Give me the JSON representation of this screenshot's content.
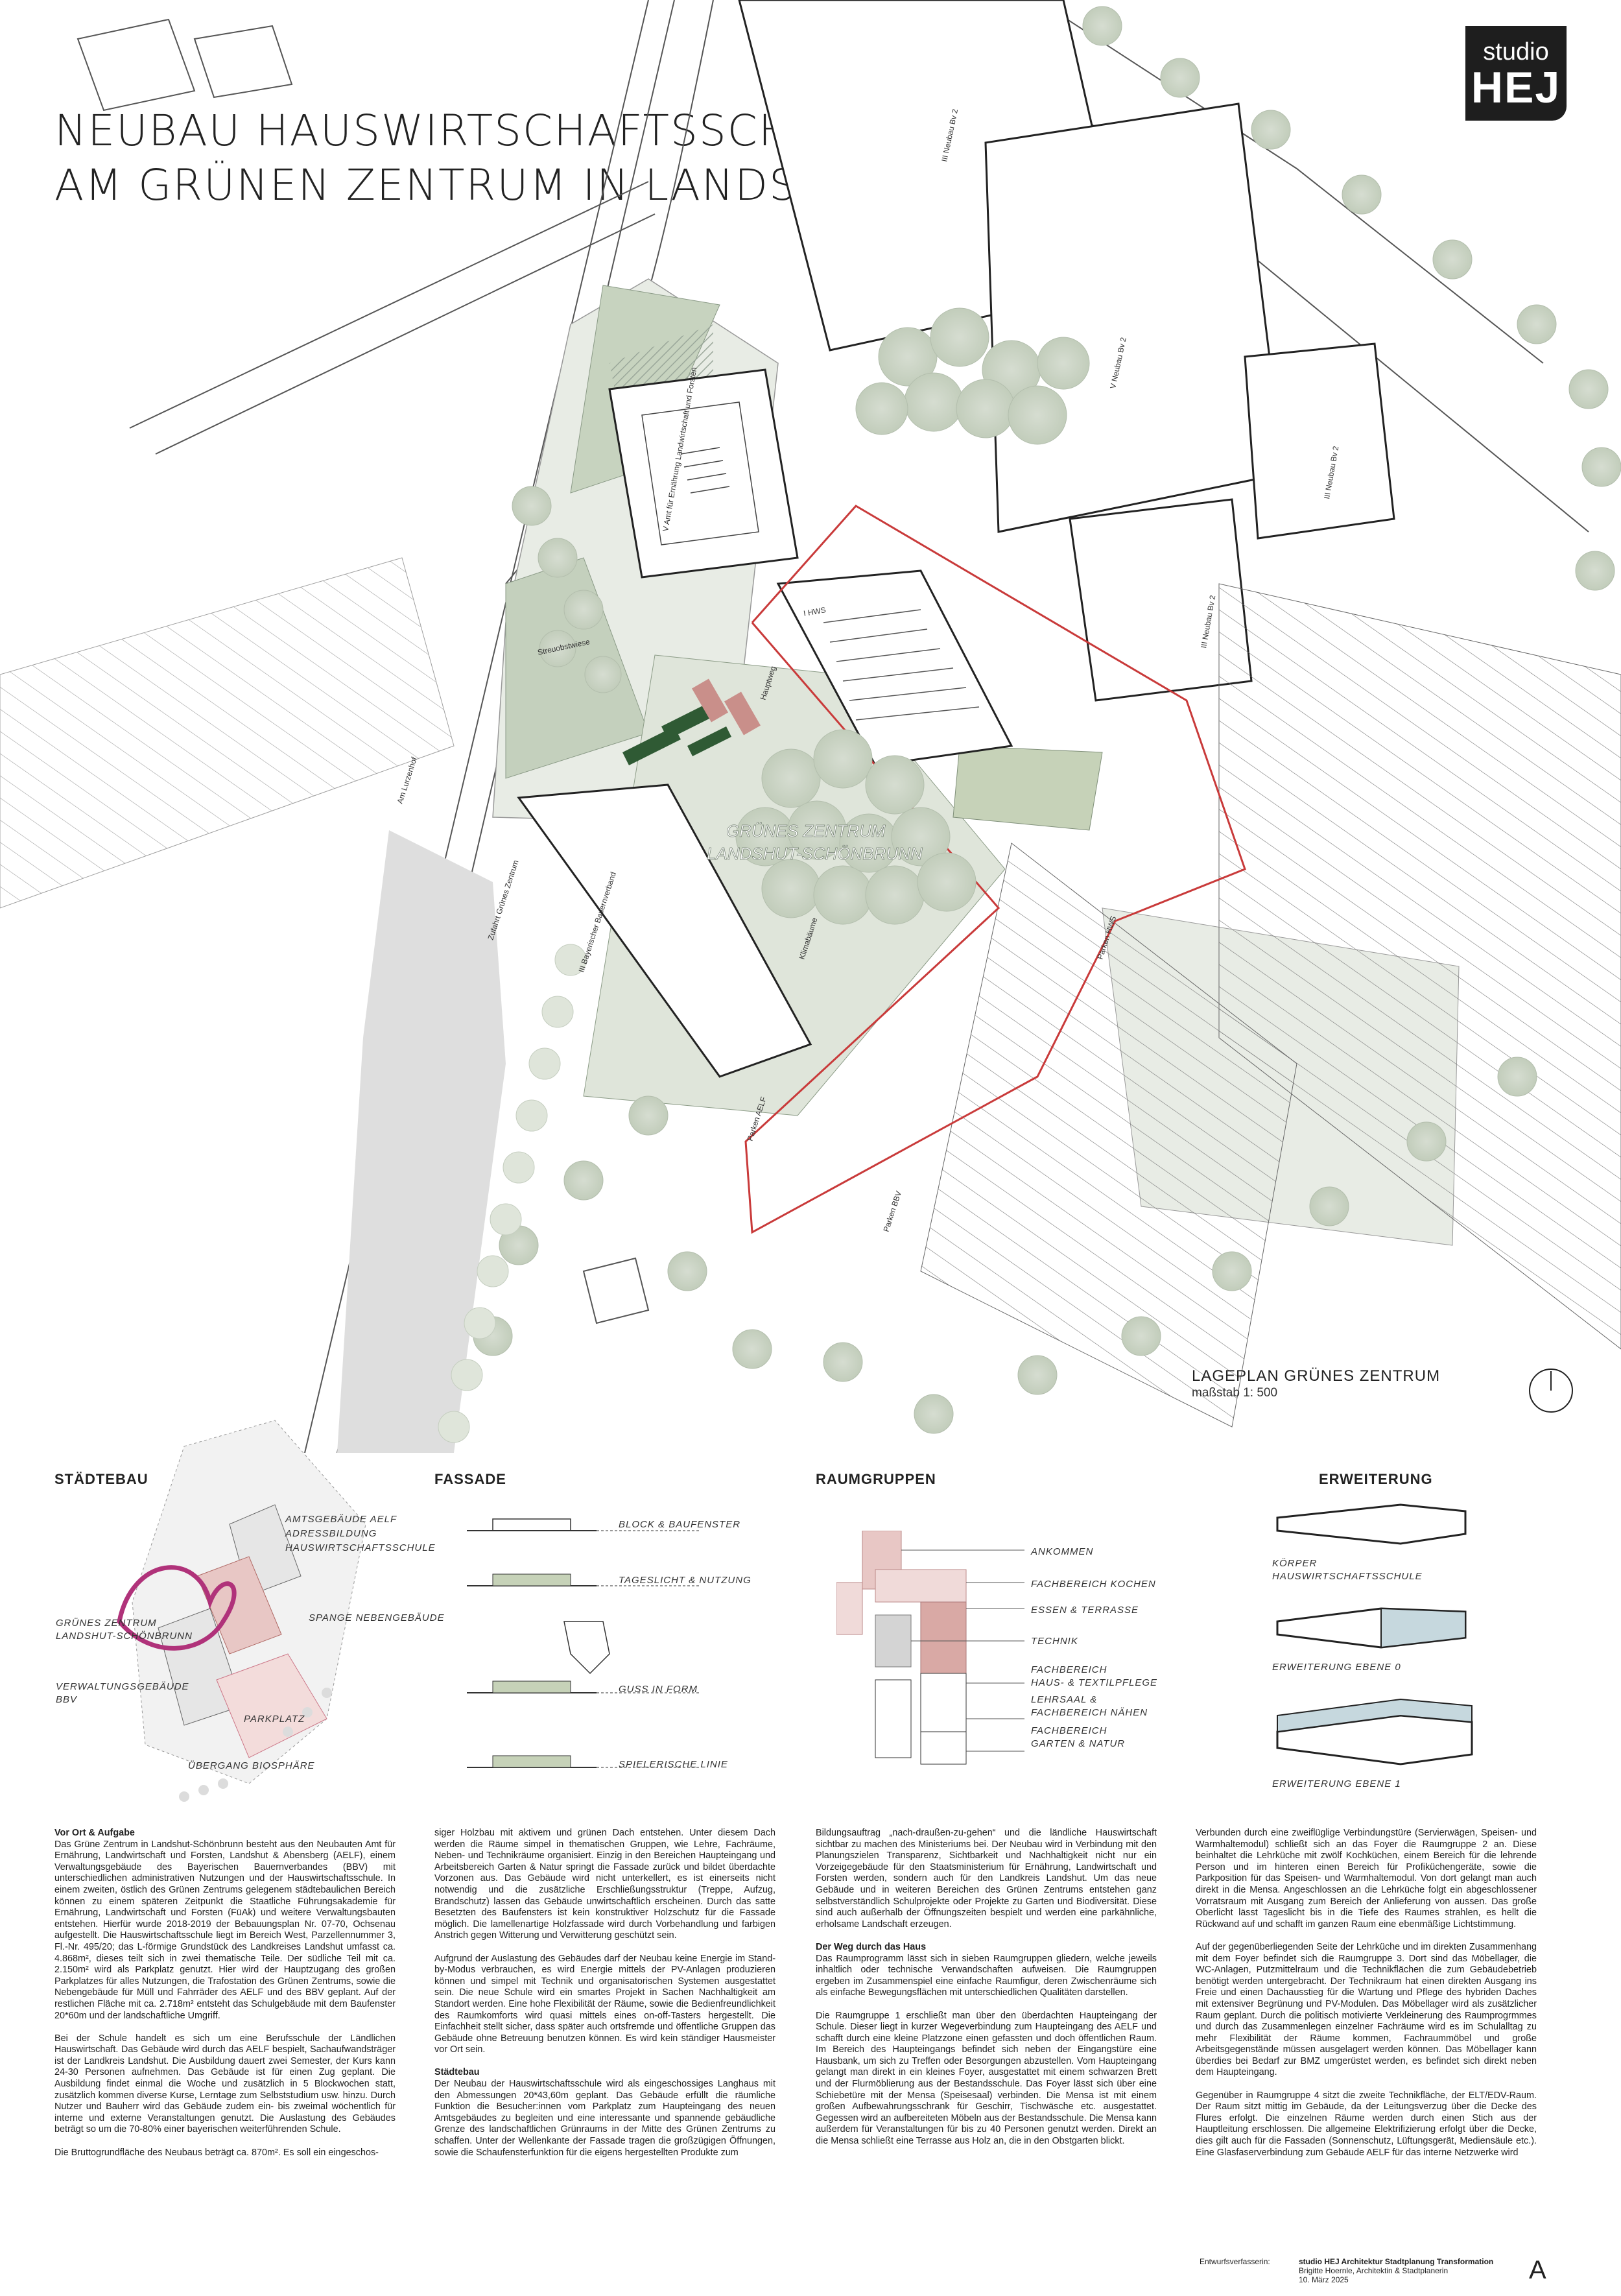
{
  "header": {
    "title_line1": "NEUBAU HAUSWIRTSCHAFTSSCHULE",
    "title_line2": "AM GRÜNEN ZENTRUM IN LANDSHUT-SCHÖNBRUNN",
    "logo_line1": "studio",
    "logo_line2": "HEJ"
  },
  "plan": {
    "title": "LAGEPLAN GRÜNES ZENTRUM",
    "scale": "maßstab 1: 500",
    "center_label_1": "GRÜNES ZENTRUM",
    "center_label_2": "LANDSHUT-SCHÖNBRUNN",
    "labels": {
      "neubau_bv2_a": "III Neubau Bv 2",
      "neubau_bv2_b": "V Neubau Bv 2",
      "neubau_bv2_c": "III Neubau Bv 2",
      "neubau_bv2_d": "III Neubau Bv 2",
      "hws": "I HWS",
      "bbv": "III Bayerischer Bauernverband",
      "aelf": "V Amt für Ernährung Landwirtschaft und Forsten",
      "zufahrt": "Zufahrt Grünes Zentrum",
      "streuobstwiese": "Streuobstwiese",
      "klimabaeume": "Klimabäume",
      "parken_aelf": "Parken AELF",
      "parken_bbv": "Parken BBV",
      "parken_hws": "Parken HWS",
      "am_lurzenhof": "Am Lurzenhof",
      "hauptweg": "Hauptweg"
    }
  },
  "sections": {
    "staedtebau": {
      "title": "STÄDTEBAU",
      "labels": [
        "AMTSGEBÄUDE AELF",
        "ADRESSBILDUNG",
        "HAUSWIRTSCHAFTSSCHULE",
        "GRÜNES ZENTRUM",
        "LANDSHUT-SCHÖNBRUNN",
        "SPANGE NEBENGEBÄUDE",
        "VERWALTUNGSGEBÄUDE",
        "BBV",
        "PARKPLATZ",
        "ÜBERGANG BIOSPHÄRE"
      ]
    },
    "fassade": {
      "title": "FASSADE",
      "labels": [
        "BLOCK & BAUFENSTER",
        "TAGESLICHT & NUTZUNG",
        "GUSS IN FORM",
        "SPIELERISCHE LINIE"
      ]
    },
    "raumgruppen": {
      "title": "RAUMGRUPPEN",
      "labels": [
        "ANKOMMEN",
        "FACHBEREICH KOCHEN",
        "ESSEN & TERRASSE",
        "TECHNIK",
        "FACHBEREICH",
        "HAUS- & TEXTILPFLEGE",
        "LEHRSAAL &",
        "FACHBEREICH NÄHEN",
        "FACHBEREICH",
        "GARTEN & NATUR"
      ]
    },
    "erweiterung": {
      "title": "ERWEITERUNG",
      "labels": [
        "KÖRPER",
        "HAUSWIRTSCHAFTSSCHULE",
        "ERWEITERUNG EBENE 0",
        "ERWEITERUNG EBENE 1"
      ]
    }
  },
  "text": {
    "col1_h1": "Vor Ort & Aufgabe",
    "col1_p1": "Das Grüne Zentrum in Landshut-Schönbrunn besteht aus den Neubauten Amt für Ernährung, Landwirtschaft und Forsten, Landshut & Abensberg (AELF), einem Verwaltungsgebäude des Bayerischen Bauernverbandes (BBV) mit unterschiedlichen administrativen Nutzungen und der Hauswirtschaftsschule. In einem zweiten, östlich des Grünen Zentrums gelegenem städtebaulichen Bereich können zu einem späteren Zeitpunkt die Staatliche Führungsakademie für Ernährung, Landwirtschaft und Forsten (FüAk) und weitere Verwaltungsbauten entstehen. Hierfür wurde 2018-2019 der Bebauungsplan Nr. 07-70, Ochsenau aufgestellt. Die Hauswirtschaftsschule liegt im Bereich West, Parzellennummer 3, Fl.-Nr. 495/20; das L-förmige Grundstück des Landkreises Landshut umfasst ca. 4.868m², dieses teilt sich in zwei thematische Teile. Der südliche Teil mit ca. 2.150m² wird als Parkplatz genutzt. Hier wird der Hauptzugang des großen Parkplatzes für alles Nutzungen, die Trafostation des Grünen Zentrums, sowie die Nebengebäude für Müll und Fahrräder des AELF und des BBV geplant. Auf der restlichen Fläche mit ca. 2.718m² entsteht das Schulgebäude mit dem Baufenster 20*60m und der landschaftliche Umgriff.",
    "col1_p2": "Bei der Schule handelt es sich um eine Berufsschule der Ländlichen Hauswirtschaft. Das Gebäude wird durch das AELF bespielt, Sachaufwandsträger ist der Landkreis Landshut. Die Ausbildung dauert zwei Semester, der Kurs kann 24-30 Personen aufnehmen. Das Gebäude ist für einen Zug geplant. Die Ausbildung findet einmal die Woche und zusätzlich in 5 Blockwochen statt, zusätzlich kommen diverse Kurse, Lerntage zum Selbststudium usw. hinzu. Durch Nutzer und Bauherr wird das Gebäude zudem ein- bis zweimal wöchentlich für interne und externe Veranstaltungen genutzt. Die Auslastung des Gebäudes beträgt so um die 70-80% einer bayerischen weiterführenden Schule.",
    "col1_p3": "Die Bruttogrundfläche des Neubaus beträgt ca. 870m². Es soll ein eingeschos-",
    "col2_p1": "siger Holzbau mit aktivem und grünen Dach entstehen. Unter diesem Dach werden die Räume simpel in thematischen Gruppen, wie Lehre, Fachräume, Neben- und Technikräume organisiert. Einzig in den Bereichen Haupteingang und Arbeitsbereich Garten & Natur springt die Fassade zurück und bildet überdachte Vorzonen aus. Das Gebäude wird nicht unterkellert, es ist einerseits nicht notwendig und die zusätzliche Erschließungsstruktur (Treppe, Aufzug, Brandschutz) lassen das Gebäude unwirtschaftlich erscheinen. Durch das satte Besetzten des Baufensters ist kein konstruktiver Holzschutz für die Fassade möglich. Die lamellenartige Holzfassade wird durch Vorbehandlung und farbigen Anstrich gegen Witterung und Verwitterung geschützt sein.",
    "col2_p2": "Aufgrund der Auslastung des Gebäudes darf der Neubau keine Energie im Stand-by-Modus verbrauchen, es wird Energie mittels der PV-Anlagen produzieren können und simpel mit Technik und organisatorischen Systemen ausgestattet sein. Die neue Schule wird ein smartes Projekt in Sachen Nachhaltigkeit am Standort werden. Eine hohe Flexibilität der Räume, sowie die Bedienfreundlichkeit des Raumkomforts wird quasi mittels eines on-off-Tasters hergestellt. Die Einfachheit stellt sicher, dass später auch ortsfremde und öffentliche Gruppen das Gebäude ohne Betreuung benutzen können. Es wird kein ständiger Hausmeister vor Ort sein.",
    "col2_h2": "Städtebau",
    "col2_p3": "Der Neubau der Hauswirtschaftsschule wird als eingeschossiges Langhaus mit den Abmessungen 20*43,60m geplant. Das Gebäude erfüllt die räumliche Funktion die Besucher:innen vom Parkplatz zum Haupteingang des neuen Amtsgebäudes zu begleiten und eine interessante und spannende gebäudliche Grenze des landschaftlichen Grünraums in der Mitte des Grünen Zentrums zu schaffen. Unter der Wellenkante der Fassade tragen die großzügigen Öffnungen, sowie die Schaufensterfunktion für die eigens hergestellten Produkte zum",
    "col3_p1": "Bildungsauftrag „nach-draußen-zu-gehen“ und die ländliche Hauswirtschaft sichtbar zu machen des Ministeriums bei. Der Neubau wird in Verbindung mit den Planungszielen Transparenz, Sichtbarkeit und Nachhaltigkeit nicht nur ein Vorzeigegebäude für den Staatsministerium für Ernährung, Landwirtschaft und Forsten werden, sondern auch für den Landkreis Landshut. Um das neue Gebäude und in weiteren Bereichen des Grünen Zentrums entstehen ganz selbstverständlich Schulprojekte oder Projekte zu Garten und Biodiversität. Diese sind auch außerhalb der Öffnungszeiten bespielt und werden eine parkähnliche, erholsame Landschaft erzeugen.",
    "col3_h2": "Der Weg durch das Haus",
    "col3_p2": "Das Raumprogramm lässt sich in sieben Raumgruppen gliedern, welche jeweils inhaltlich oder technische Verwandschaften aufweisen. Die Raumgruppen ergeben im Zusammenspiel eine einfache Raumfigur, deren Zwischenräume sich als einfache Bewegungsflächen mit unterschiedlichen Qualitäten darstellen.",
    "col3_p3": "Die Raumgruppe 1 erschließt man über den überdachten Haupteingang der Schule. Dieser liegt in kurzer Wegeverbindung zum Haupteingang des AELF und schafft durch eine kleine Platzzone einen gefassten und doch öffentlichen Raum. Im Bereich des Haupteingangs befindet sich neben der Eingangstüre eine Hausbank, um sich zu Treffen oder Besorgungen abzustellen. Vom Haupteingang gelangt man direkt in ein kleines Foyer, ausgestattet mit einem schwarzen Brett und der Flurmöblierung aus der Bestandsschule. Das Foyer lässt sich über eine Schiebetüre mit der Mensa (Speisesaal) verbinden. Die Mensa ist mit einem großen Aufbewahrungsschrank für Geschirr, Tischwäsche etc. ausgestattet. Gegessen wird an aufbereiteten Möbeln aus der Bestandsschule. Die Mensa kann außerdem für Veranstaltungen für bis zu 40 Personen genutzt werden. Direkt an die Mensa schließt eine Terrasse aus Holz an, die in den Obstgarten blickt.",
    "col4_p1": "Verbunden durch eine zweiflüglige Verbindungstüre (Servierwägen, Speisen- und Warmhaltemodul) schließt sich an das Foyer die Raumgruppe 2 an. Diese beinhaltet die Lehrküche mit zwölf Kochküchen, einem Bereich für die lehrende Person und im hinteren einen Bereich für Profiküchengeräte, sowie die Parkposition für das Speisen- und Warmhaltemodul. Von dort gelangt man auch direkt in die Mensa. Angeschlossen an die Lehrküche folgt ein abgeschlossener Vorratsraum mit Ausgang zum Bereich der Anlieferung von aussen. Das große Oberlicht lässt Tageslicht bis in die Tiefe des Raumes strahlen, es hellt die Rückwand auf und schafft im ganzen Raum eine ebenmäßige Lichtstimmung.",
    "col4_p2": "Auf der gegenüberliegenden Seite der Lehrküche und im direkten Zusammenhang mit dem Foyer befindet sich die Raumgruppe 3. Dort sind das Möbellager, die WC-Anlagen, Putzmittelraum und die Technikflächen die zum Gebäudebetrieb benötigt werden untergebracht. Der Technikraum hat einen direkten Ausgang ins Freie und einen Dachausstieg für die Wartung und Pflege des hybriden Daches mit extensiver Begrünung und PV-Modulen. Das Möbellager wird als zusätzlicher Raum geplant. Durch die politisch motivierte Verkleinerung des Raumprogrmmes und durch das Zusammenlegen einzelner Fachräume wird es im Schulalltag zu mehr Flexibilität der Räume kommen, Fachraummöbel und große Arbeitsgegenstände müssen ausgelagert werden können. Das Möbellager kann überdies bei Bedarf zur BMZ umgerüstet werden, es befindet sich direkt neben dem Haupteingang.",
    "col4_p3": "Gegenüber in Raumgruppe 4 sitzt die zweite Technikfläche, der ELT/EDV-Raum. Der Raum sitzt mittig im Gebäude, da der Leitungsverzug über die Decke des Flures erfolgt. Die einzelnen Räume werden durch einen Stich aus der Hauptleitung erschlossen. Die allgemeine Elektrifizierung erfolgt über die Decke, dies gilt auch für die Fassaden (Sonnenschutz, Lüftungsgerät, Mediensäule etc.). Eine Glasfaserverbindung zum Gebäude AELF für das interne Netzwerke wird"
  },
  "footer": {
    "label": "Entwurfsverfasserin:",
    "line1": "studio HEJ Architektur Stadtplanung Transformation",
    "line2": "Brigitte Hoernle, Architektin & Stadtplanerin",
    "line3": "10. März 2025",
    "sheet": "A"
  },
  "colors": {
    "tree": "#c9d3c3",
    "green_area": "#b9c8b0",
    "dark_green": "#2f5a34",
    "red": "#c93a3a",
    "magenta": "#b0327a",
    "pink": "#e8c7c5",
    "blue": "#c6d8de"
  }
}
